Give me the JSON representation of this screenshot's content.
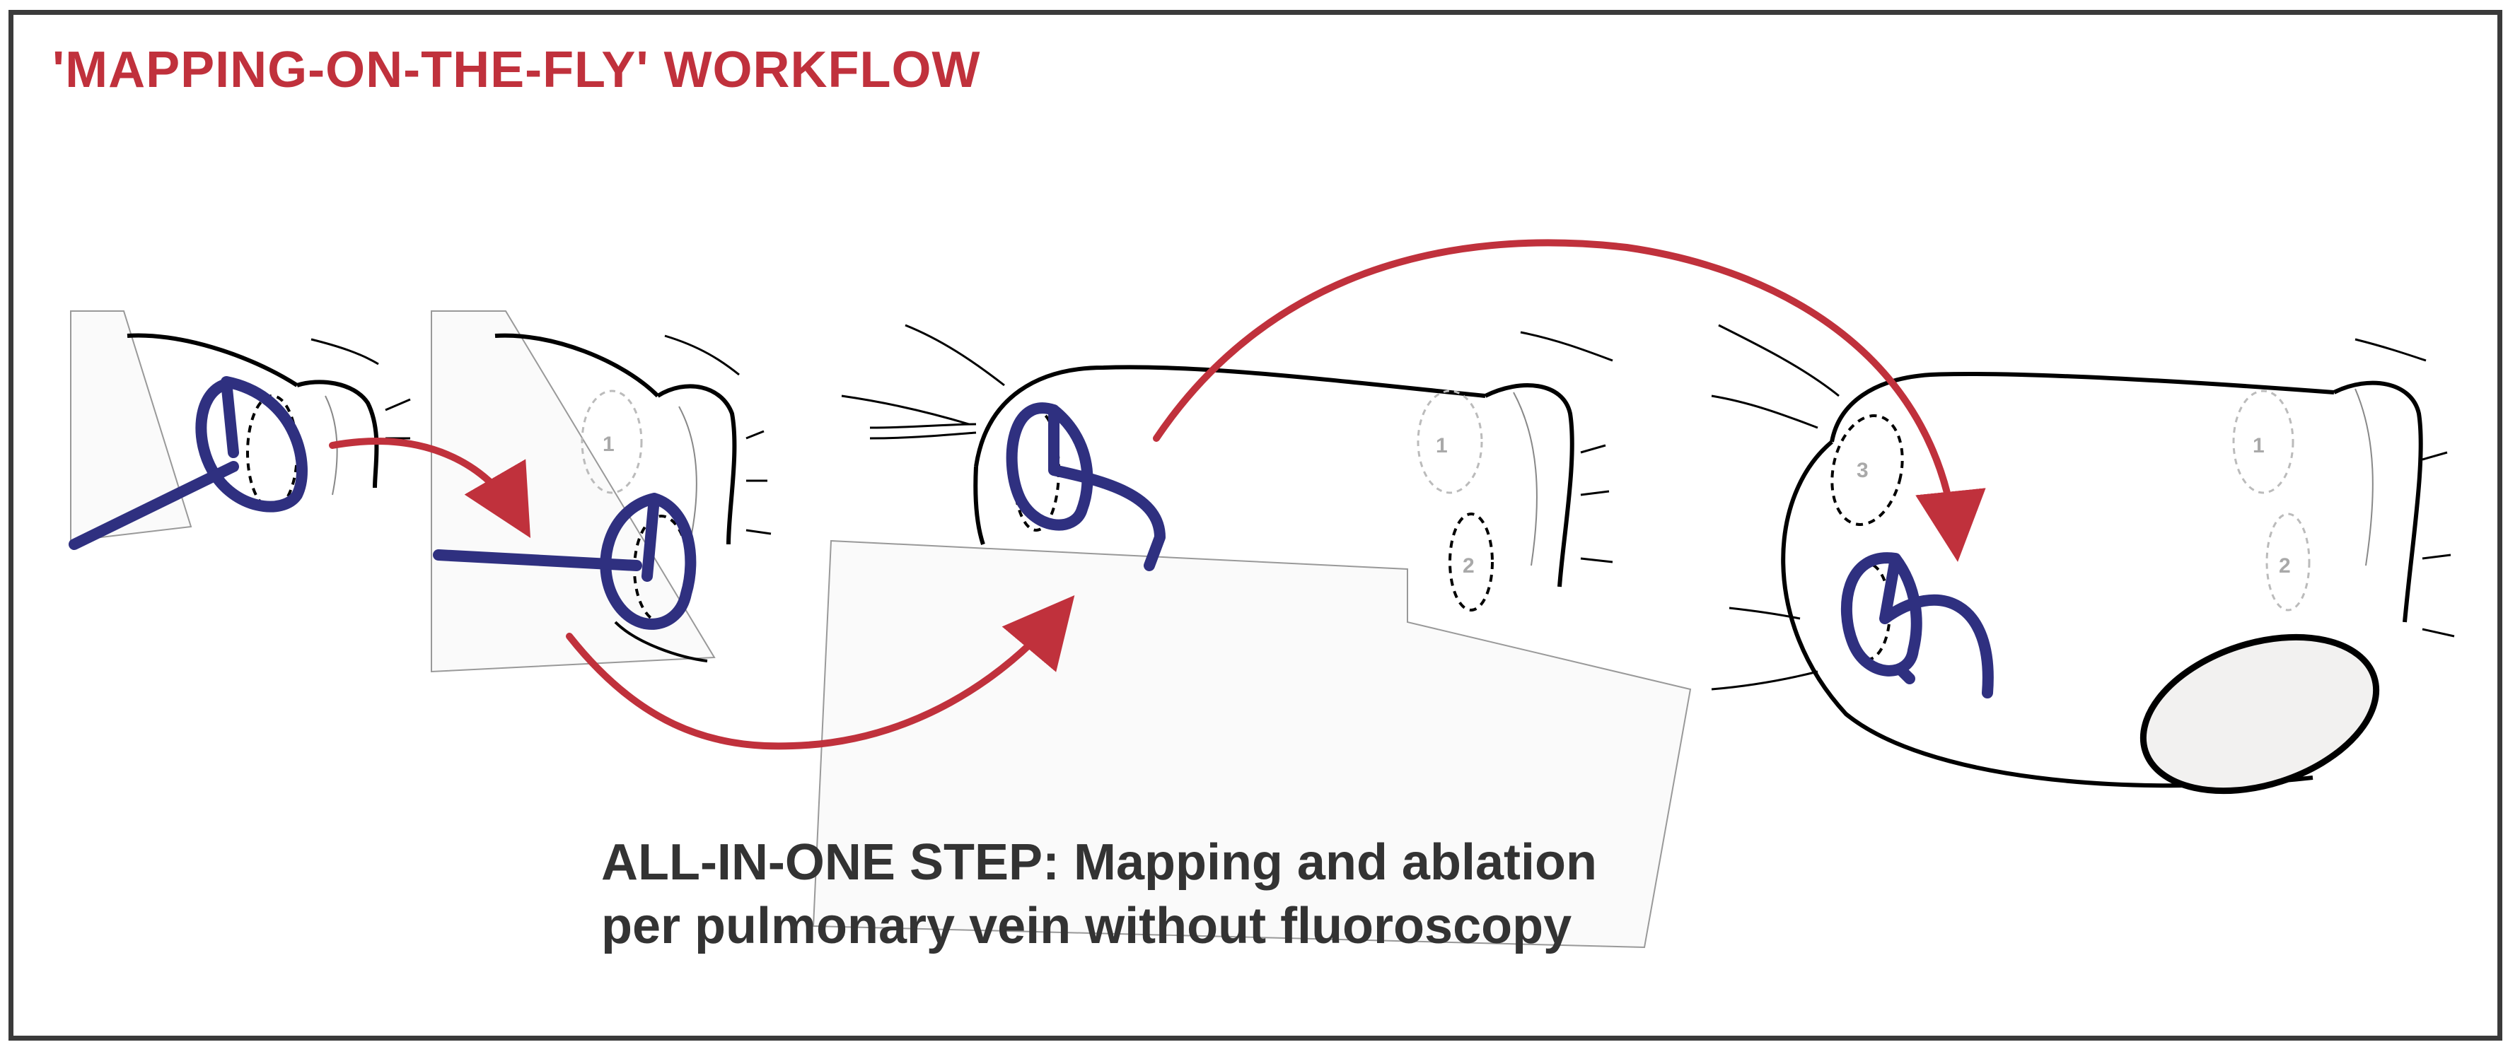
{
  "title": "'MAPPING-ON-THE-FLY' WORKFLOW",
  "caption": {
    "line1": "ALL-IN-ONE STEP: Mapping and ablation",
    "line2": "per pulmonary vein without fluoroscopy"
  },
  "vein_labels": {
    "panel2": [
      "1"
    ],
    "panel3": [
      "1",
      "2"
    ],
    "panel4": [
      "3",
      "1",
      "2"
    ]
  },
  "colors": {
    "title": "#c0313c",
    "arrow": "#c0313c",
    "catheter": "#2f3080",
    "outline": "#000000",
    "caption": "#333333"
  }
}
